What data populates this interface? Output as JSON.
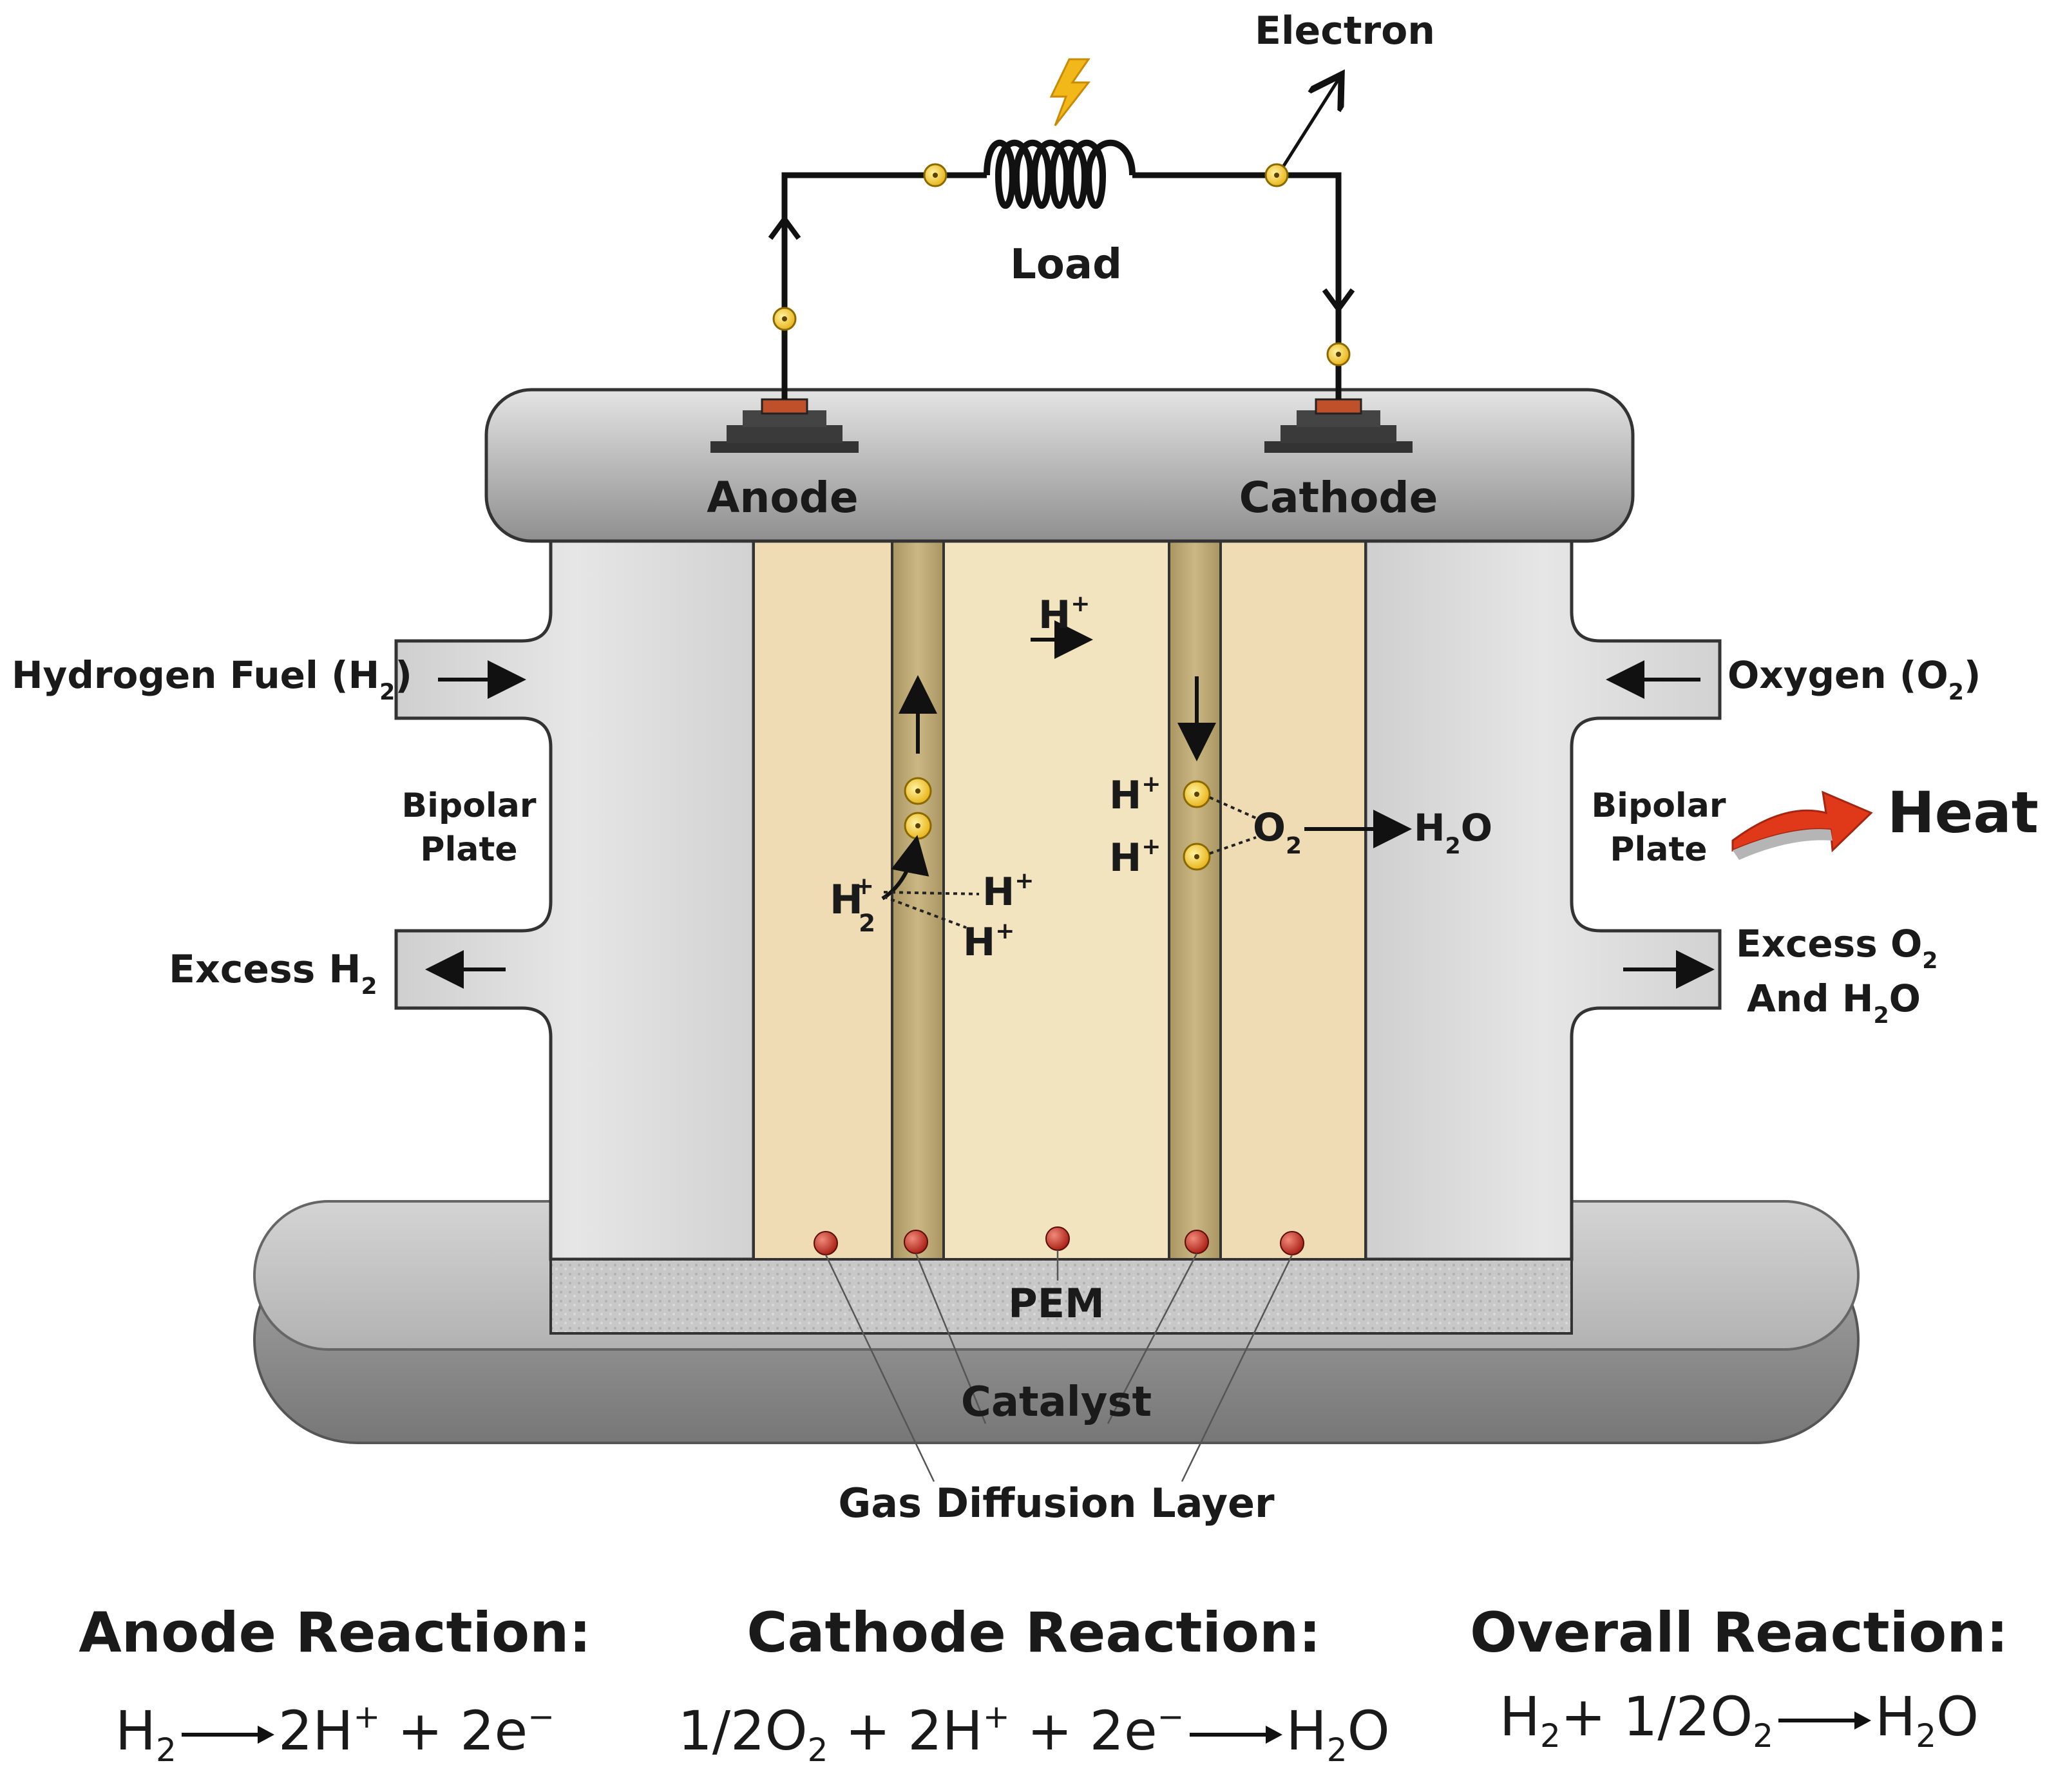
{
  "labels": {
    "electron": "Electron",
    "load": "Load",
    "anode": "Anode",
    "cathode": "Cathode",
    "hydrogen_fuel_prefix": "Hydrogen Fuel (H",
    "hydrogen_fuel_sub": "2",
    "hydrogen_fuel_suffix": ")",
    "oxygen_prefix": "Oxygen (O",
    "oxygen_sub": "2",
    "oxygen_suffix": ")",
    "bipolar_line1": "Bipolar",
    "bipolar_line2": "Plate",
    "excess_h2_prefix": "Excess H",
    "excess_h2_sub": "2",
    "excess_o2_prefix": "Excess O",
    "excess_o2_sub": "2",
    "and_h2o_prefix": "And H",
    "and_h2o_sub": "2",
    "and_h2o_suffix": "O",
    "heat": "Heat",
    "pem": "PEM",
    "catalyst": "Catalyst",
    "gdl": "Gas Diffusion Layer"
  },
  "species": {
    "h_plus": "H",
    "plus": "+",
    "h2": "H",
    "two": "2",
    "o": "O",
    "water_suffix": "O"
  },
  "reactions": {
    "anode_title": "Anode Reaction:",
    "cathode_title": "Cathode Reaction:",
    "overall_title": "Overall Reaction:",
    "anode": {
      "lhs": "H",
      "lhs_sub": "2",
      "rhs_a": "2H",
      "rhs_a_sup": "+",
      "rhs_b": " + 2e",
      "rhs_b_sup": "−"
    },
    "cathode": {
      "lhs_a": "1/2O",
      "lhs_a_sub": "2",
      "lhs_b": " + 2H",
      "lhs_b_sup": "+",
      "lhs_c": " + 2e",
      "lhs_c_sup": "−",
      "rhs": "H",
      "rhs_sub": "2",
      "rhs_end": "O"
    },
    "overall": {
      "lhs_a": "H",
      "lhs_a_sub": "2",
      "lhs_b": "+ 1/2O",
      "lhs_b_sub": "2",
      "rhs": "H",
      "rhs_sub": "2",
      "rhs_end": "O"
    }
  },
  "colors": {
    "wire": "#111111",
    "electron": "#f3c628",
    "catalyst_dot": "#c0392b",
    "gdl": "#efdcb4",
    "membrane_core": "#f3e4c0",
    "catalyst_layer": "#c7b27a",
    "plate": "#d9d9d9",
    "heat_arrow": "#e0391a"
  },
  "icons": [
    "lightning-icon",
    "coil-icon",
    "arrow-icon"
  ]
}
